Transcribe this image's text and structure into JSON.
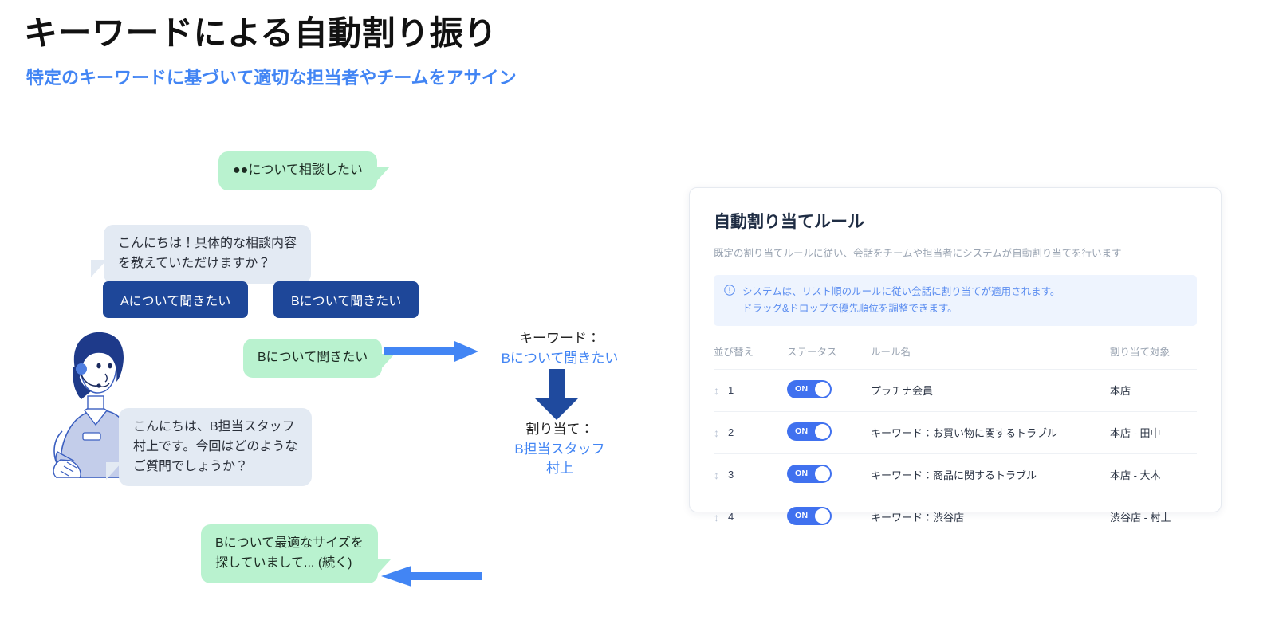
{
  "header": {
    "title": "キーワードによる自動割り振り",
    "subtitle": "特定のキーワードに基づいて適切な担当者やチームをアサイン"
  },
  "chat": {
    "bubbles": [
      {
        "id": "customer-1",
        "speaker": "customer",
        "text": "●●について相談したい"
      },
      {
        "id": "agent-1",
        "speaker": "agent",
        "text": "こんにちは！具体的な相談内容\nを教えていただけますか？"
      },
      {
        "id": "customer-2",
        "speaker": "customer",
        "text": "Bについて聞きたい"
      },
      {
        "id": "agent-2",
        "speaker": "agent",
        "text": "こんにちは、B担当スタッフ\n村上です。今回はどのような\nご質問でしょうか？"
      },
      {
        "id": "customer-3",
        "speaker": "customer",
        "text": "Bについて最適なサイズを\n探していまして... (続く)"
      }
    ],
    "quick_replies": [
      {
        "id": "reply-a",
        "label": "Aについて聞きたい"
      },
      {
        "id": "reply-b",
        "label": "Bについて聞きたい"
      }
    ],
    "operator_icon": "support-operator-illustration"
  },
  "flow": {
    "keyword": {
      "label": "キーワード：",
      "value": "Bについて聞きたい"
    },
    "assignee": {
      "label": "割り当て：",
      "value": "B担当スタッフ\n村上"
    },
    "arrows": {
      "right": "arrow-right-icon",
      "down": "arrow-down-icon",
      "left": "arrow-left-icon"
    }
  },
  "rules_card": {
    "title": "自動割り当てルール",
    "description": "既定の割り当てルールに従い、会話をチームや担当者にシステムが自動割り当てを行います",
    "info": {
      "icon": "exclamation-circle-icon",
      "text": "システムは、リスト順のルールに従い会話に割り当てが適用されます。\nドラッグ&ドロップで優先順位を調整できます。"
    },
    "table": {
      "columns": [
        "並び替え",
        "ステータス",
        "ルール名",
        "割り当て対象"
      ],
      "rows": [
        {
          "order": "1",
          "status": "ON",
          "name": "プラチナ会員",
          "target": "本店"
        },
        {
          "order": "2",
          "status": "ON",
          "name": "キーワード：お買い物に関するトラブル",
          "target": "本店 - 田中"
        },
        {
          "order": "3",
          "status": "ON",
          "name": "キーワード：商品に関するトラブル",
          "target": "本店 - 大木"
        },
        {
          "order": "4",
          "status": "ON",
          "name": "キーワード：渋谷店",
          "target": "渋谷店 - 村上"
        }
      ],
      "drag_handle_icon": "drag-vertical-icon"
    }
  },
  "colors": {
    "title": "#111111",
    "subtitle_blue": "#4285f4",
    "bubble_green": "#b9f2cf",
    "bubble_grey": "#e3eaf3",
    "button_navy": "#1e4799",
    "arrow_blue": "#4285f4",
    "arrow_navy": "#1f4a9e",
    "toggle_on": "#4071ef",
    "info_bg": "#eef4fe"
  }
}
